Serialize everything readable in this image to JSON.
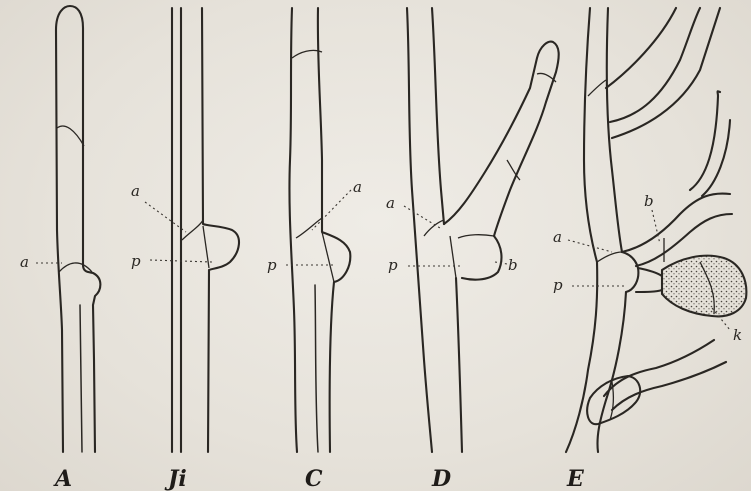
{
  "panels": [
    {
      "id": "A",
      "label": "A",
      "markers": [
        "a"
      ]
    },
    {
      "id": "B",
      "label": "Ji",
      "markers": [
        "a",
        "p"
      ]
    },
    {
      "id": "C",
      "label": "C",
      "markers": [
        "a",
        "p"
      ]
    },
    {
      "id": "D",
      "label": "D",
      "markers": [
        "a",
        "p",
        "b"
      ]
    },
    {
      "id": "E",
      "label": "E",
      "markers": [
        "b",
        "a",
        "p",
        "k"
      ]
    }
  ],
  "colors": {
    "ink": "#2a2723",
    "paper": "#e9e6df"
  }
}
